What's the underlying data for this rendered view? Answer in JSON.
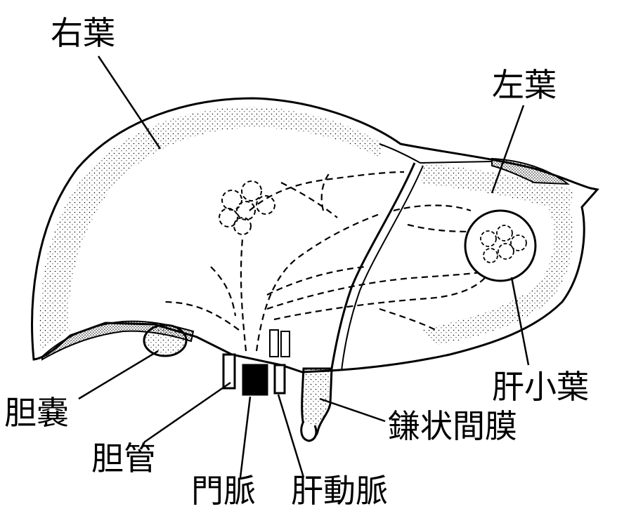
{
  "labels": {
    "right_lobe": "右葉",
    "left_lobe": "左葉",
    "lobule": "肝小葉",
    "gallbladder": "胆嚢",
    "bile_duct": "胆管",
    "portal_vein": "門脈",
    "hepatic_artery": "肝動脈",
    "falciform_ligament": "鎌状間膜"
  },
  "colors": {
    "ink": "#000000",
    "paper": "#ffffff"
  }
}
